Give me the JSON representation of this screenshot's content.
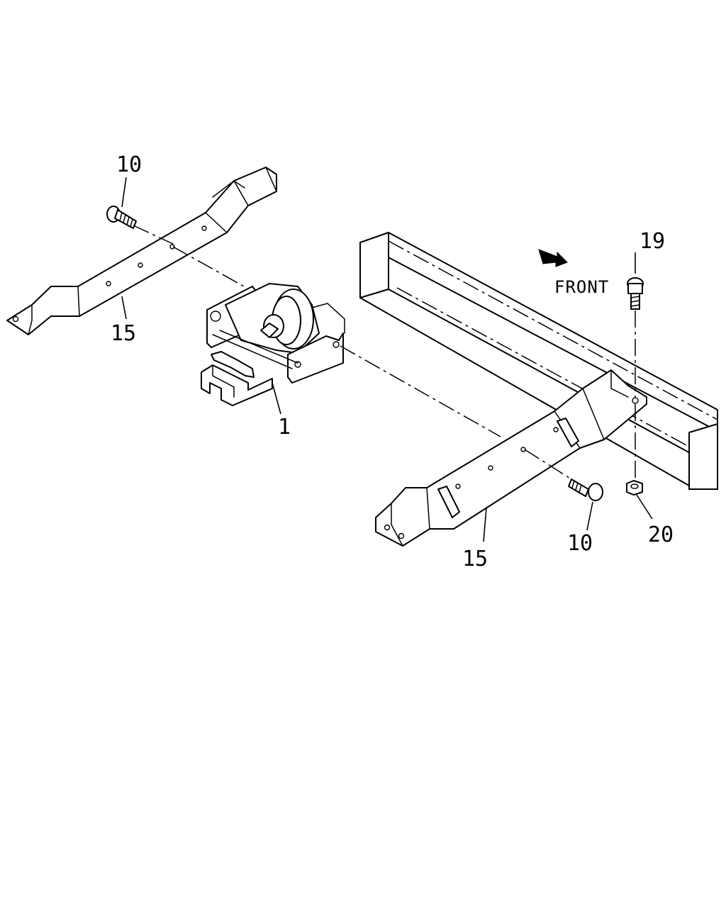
{
  "diagram": {
    "direction_label": "FRONT",
    "callouts": {
      "bolt_left": "10",
      "bracket_left": "15",
      "spare_tire_carrier": "1",
      "bolt_vertical": "19",
      "bracket_right": "15",
      "bolt_right": "10",
      "nut": "20"
    }
  }
}
